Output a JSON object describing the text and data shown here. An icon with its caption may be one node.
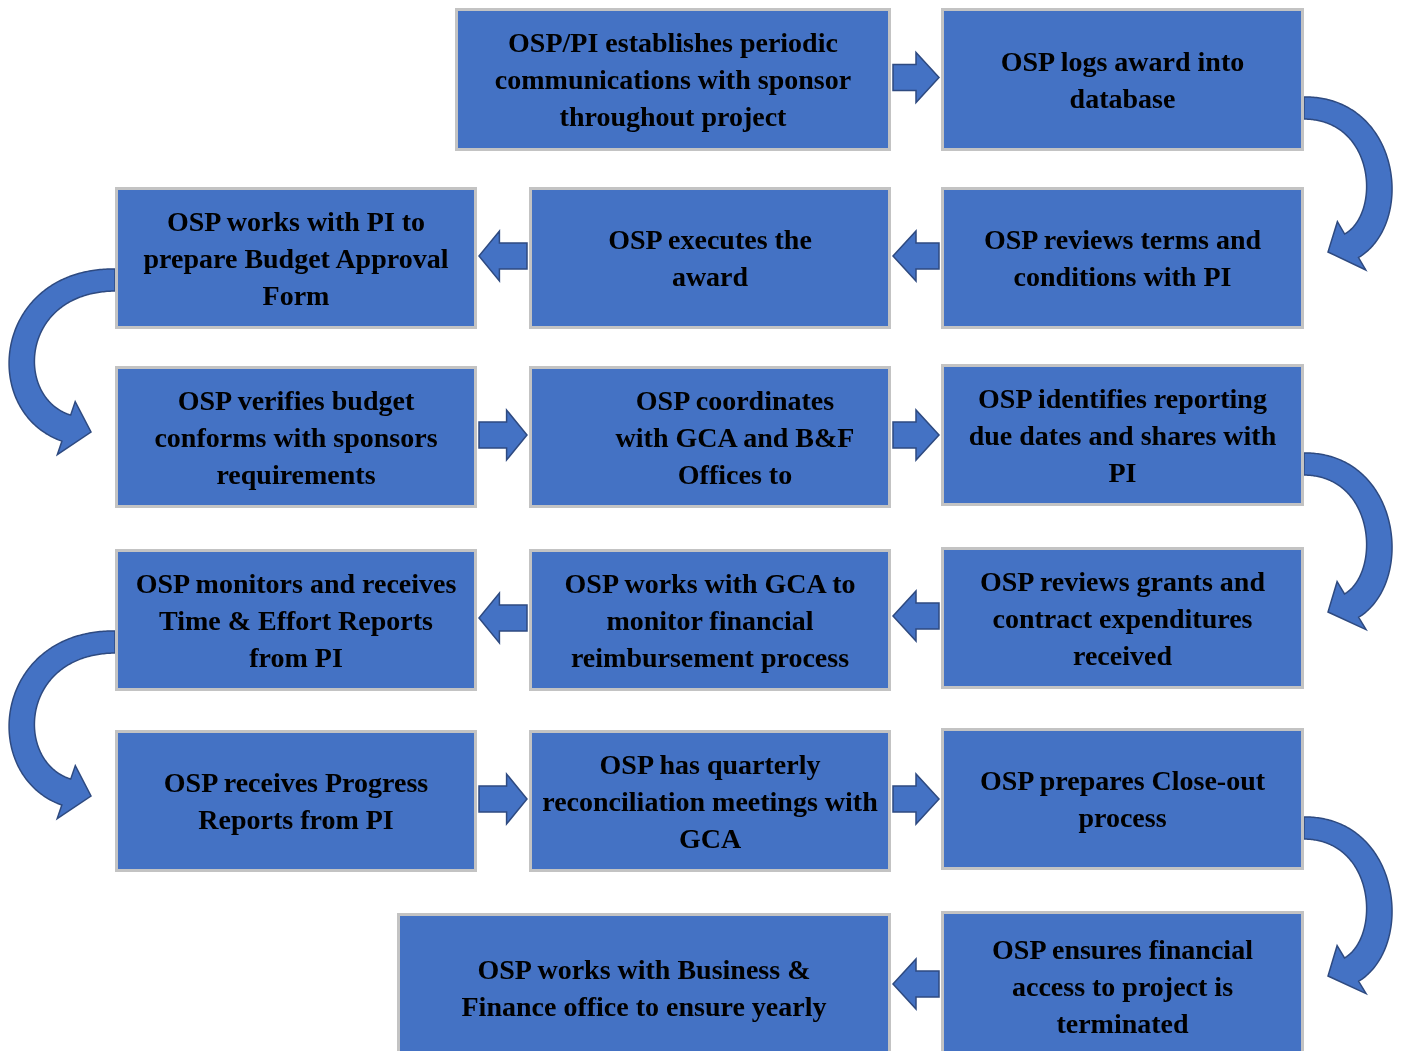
{
  "diagram": {
    "nodes": [
      {
        "text": [
          "OSP/PI establishes periodic communications with sponsor throughout project"
        ]
      },
      {
        "text": [
          "OSP logs award into database"
        ]
      },
      {
        "text": [
          "OSP works with PI to prepare Budget Approval Form"
        ]
      },
      {
        "text": [
          "OSP executes the award"
        ]
      },
      {
        "text": [
          "OSP reviews terms and conditions with PI"
        ]
      },
      {
        "text": [
          "OSP verifies budget conforms with sponsors requirements"
        ]
      },
      {
        "text": [
          "OSP coordinates with GCA and B&F Offices to"
        ]
      },
      {
        "text": [
          "OSP identifies reporting due dates and shares with PI"
        ]
      },
      {
        "text": [
          "OSP monitors and receives Time & Effort Reports from PI"
        ]
      },
      {
        "text": [
          "OSP works with GCA to monitor financial reimbursement process"
        ]
      },
      {
        "text": [
          "OSP reviews grants and contract expenditures received"
        ]
      },
      {
        "text": [
          "OSP receives Progress Reports from PI"
        ]
      },
      {
        "text": [
          "OSP has quarterly reconciliation meetings with GCA"
        ]
      },
      {
        "text": [
          "OSP prepares Close-out process"
        ]
      },
      {
        "text": [
          "OSP works with Business & Finance office to ensure yearly"
        ]
      },
      {
        "text": [
          "OSP ensures financial access to project is terminated"
        ]
      }
    ],
    "edges": [
      {
        "from": 0,
        "to": 1,
        "arrow": "to"
      },
      {
        "from": 1,
        "to": 4,
        "arrow": "to"
      },
      {
        "from": 4,
        "to": 3,
        "arrow": "to"
      },
      {
        "from": 3,
        "to": 2,
        "arrow": "to"
      },
      {
        "from": 2,
        "to": 5,
        "arrow": "to"
      },
      {
        "from": 5,
        "to": 6,
        "arrow": "to"
      },
      {
        "from": 6,
        "to": 7,
        "arrow": "to"
      },
      {
        "from": 7,
        "to": 10,
        "arrow": "to"
      },
      {
        "from": 10,
        "to": 9,
        "arrow": "to"
      },
      {
        "from": 9,
        "to": 8,
        "arrow": "to"
      },
      {
        "from": 8,
        "to": 11,
        "arrow": "to"
      },
      {
        "from": 11,
        "to": 12,
        "arrow": "to"
      },
      {
        "from": 12,
        "to": 13,
        "arrow": "to"
      },
      {
        "from": 13,
        "to": 15,
        "arrow": "to"
      },
      {
        "from": 15,
        "to": 14,
        "arrow": "to"
      }
    ]
  }
}
